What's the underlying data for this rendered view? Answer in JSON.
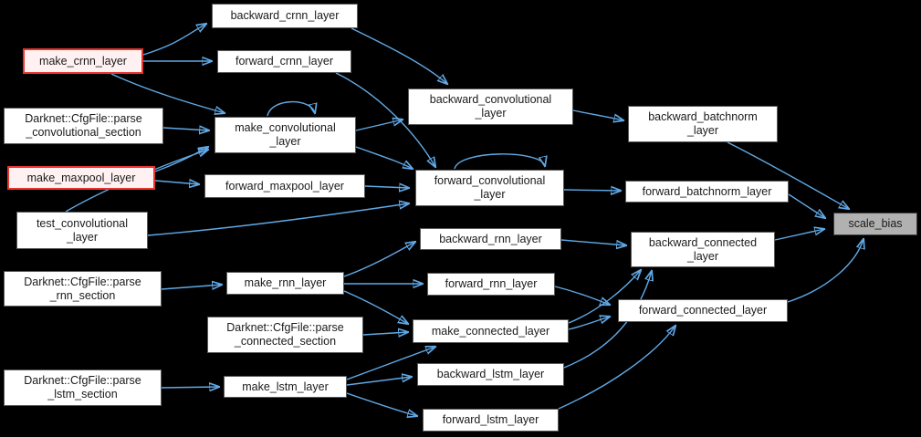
{
  "diagram": {
    "type": "doxygen-caller-graph",
    "focus_node": "scale_bias",
    "colors": {
      "background": "#000000",
      "edge": "#60a9e6",
      "node_bg": "#ffffff",
      "node_border": "#5b5b5b",
      "node_text": "#1a1a1a",
      "highlight_bg": "#fff1f1",
      "highlight_border": "#e5352e",
      "focus_bg": "#b1b1b1"
    },
    "nodes": [
      {
        "id": "backward_crnn_layer",
        "label": "backward_crnn_layer",
        "style": "normal"
      },
      {
        "id": "make_crnn_layer",
        "label": "make_crnn_layer",
        "style": "highlight"
      },
      {
        "id": "forward_crnn_layer",
        "label": "forward_crnn_layer",
        "style": "normal"
      },
      {
        "id": "backward_convolutional_layer",
        "label": "backward_convolutional\n_layer",
        "style": "normal"
      },
      {
        "id": "parse_convolutional_section",
        "label": "Darknet::CfgFile::parse\n_convolutional_section",
        "style": "normal"
      },
      {
        "id": "make_convolutional_layer",
        "label": "make_convolutional\n_layer",
        "style": "normal"
      },
      {
        "id": "backward_batchnorm_layer",
        "label": "backward_batchnorm\n_layer",
        "style": "normal"
      },
      {
        "id": "make_maxpool_layer",
        "label": "make_maxpool_layer",
        "style": "highlight"
      },
      {
        "id": "forward_maxpool_layer",
        "label": "forward_maxpool_layer",
        "style": "normal"
      },
      {
        "id": "forward_convolutional_layer",
        "label": "forward_convolutional\n_layer",
        "style": "normal"
      },
      {
        "id": "forward_batchnorm_layer",
        "label": "forward_batchnorm_layer",
        "style": "normal"
      },
      {
        "id": "test_convolutional_layer",
        "label": "test_convolutional\n_layer",
        "style": "normal"
      },
      {
        "id": "scale_bias",
        "label": "scale_bias",
        "style": "focus"
      },
      {
        "id": "backward_rnn_layer",
        "label": "backward_rnn_layer",
        "style": "normal"
      },
      {
        "id": "backward_connected_layer",
        "label": "backward_connected\n_layer",
        "style": "normal"
      },
      {
        "id": "parse_rnn_section",
        "label": "Darknet::CfgFile::parse\n_rnn_section",
        "style": "normal"
      },
      {
        "id": "make_rnn_layer",
        "label": "make_rnn_layer",
        "style": "normal"
      },
      {
        "id": "forward_rnn_layer",
        "label": "forward_rnn_layer",
        "style": "normal"
      },
      {
        "id": "forward_connected_layer",
        "label": "forward_connected_layer",
        "style": "normal"
      },
      {
        "id": "parse_connected_section",
        "label": "Darknet::CfgFile::parse\n_connected_section",
        "style": "normal"
      },
      {
        "id": "make_connected_layer",
        "label": "make_connected_layer",
        "style": "normal"
      },
      {
        "id": "parse_lstm_section",
        "label": "Darknet::CfgFile::parse\n_lstm_section",
        "style": "normal"
      },
      {
        "id": "make_lstm_layer",
        "label": "make_lstm_layer",
        "style": "normal"
      },
      {
        "id": "backward_lstm_layer",
        "label": "backward_lstm_layer",
        "style": "normal"
      },
      {
        "id": "forward_lstm_layer",
        "label": "forward_lstm_layer",
        "style": "normal"
      }
    ],
    "edges": [
      {
        "from": "make_crnn_layer",
        "to": "backward_crnn_layer"
      },
      {
        "from": "make_crnn_layer",
        "to": "forward_crnn_layer"
      },
      {
        "from": "make_crnn_layer",
        "to": "make_convolutional_layer"
      },
      {
        "from": "backward_crnn_layer",
        "to": "backward_convolutional_layer"
      },
      {
        "from": "forward_crnn_layer",
        "to": "forward_convolutional_layer"
      },
      {
        "from": "parse_convolutional_section",
        "to": "make_convolutional_layer"
      },
      {
        "from": "make_maxpool_layer",
        "to": "make_convolutional_layer"
      },
      {
        "from": "make_maxpool_layer",
        "to": "forward_maxpool_layer"
      },
      {
        "from": "test_convolutional_layer",
        "to": "make_convolutional_layer"
      },
      {
        "from": "test_convolutional_layer",
        "to": "forward_convolutional_layer"
      },
      {
        "from": "make_convolutional_layer",
        "to": "make_convolutional_layer"
      },
      {
        "from": "make_convolutional_layer",
        "to": "backward_convolutional_layer"
      },
      {
        "from": "make_convolutional_layer",
        "to": "forward_convolutional_layer"
      },
      {
        "from": "forward_maxpool_layer",
        "to": "forward_convolutional_layer"
      },
      {
        "from": "forward_convolutional_layer",
        "to": "forward_convolutional_layer"
      },
      {
        "from": "backward_convolutional_layer",
        "to": "backward_batchnorm_layer"
      },
      {
        "from": "forward_convolutional_layer",
        "to": "forward_batchnorm_layer"
      },
      {
        "from": "backward_batchnorm_layer",
        "to": "scale_bias"
      },
      {
        "from": "forward_batchnorm_layer",
        "to": "scale_bias"
      },
      {
        "from": "parse_rnn_section",
        "to": "make_rnn_layer"
      },
      {
        "from": "make_rnn_layer",
        "to": "backward_rnn_layer"
      },
      {
        "from": "make_rnn_layer",
        "to": "forward_rnn_layer"
      },
      {
        "from": "make_rnn_layer",
        "to": "make_connected_layer"
      },
      {
        "from": "backward_rnn_layer",
        "to": "backward_connected_layer"
      },
      {
        "from": "forward_rnn_layer",
        "to": "forward_connected_layer"
      },
      {
        "from": "parse_connected_section",
        "to": "make_connected_layer"
      },
      {
        "from": "make_connected_layer",
        "to": "backward_connected_layer"
      },
      {
        "from": "make_connected_layer",
        "to": "forward_connected_layer"
      },
      {
        "from": "parse_lstm_section",
        "to": "make_lstm_layer"
      },
      {
        "from": "make_lstm_layer",
        "to": "make_connected_layer"
      },
      {
        "from": "make_lstm_layer",
        "to": "backward_lstm_layer"
      },
      {
        "from": "make_lstm_layer",
        "to": "forward_lstm_layer"
      },
      {
        "from": "backward_lstm_layer",
        "to": "backward_connected_layer"
      },
      {
        "from": "forward_lstm_layer",
        "to": "forward_connected_layer"
      },
      {
        "from": "backward_connected_layer",
        "to": "scale_bias"
      },
      {
        "from": "forward_connected_layer",
        "to": "scale_bias"
      }
    ]
  }
}
